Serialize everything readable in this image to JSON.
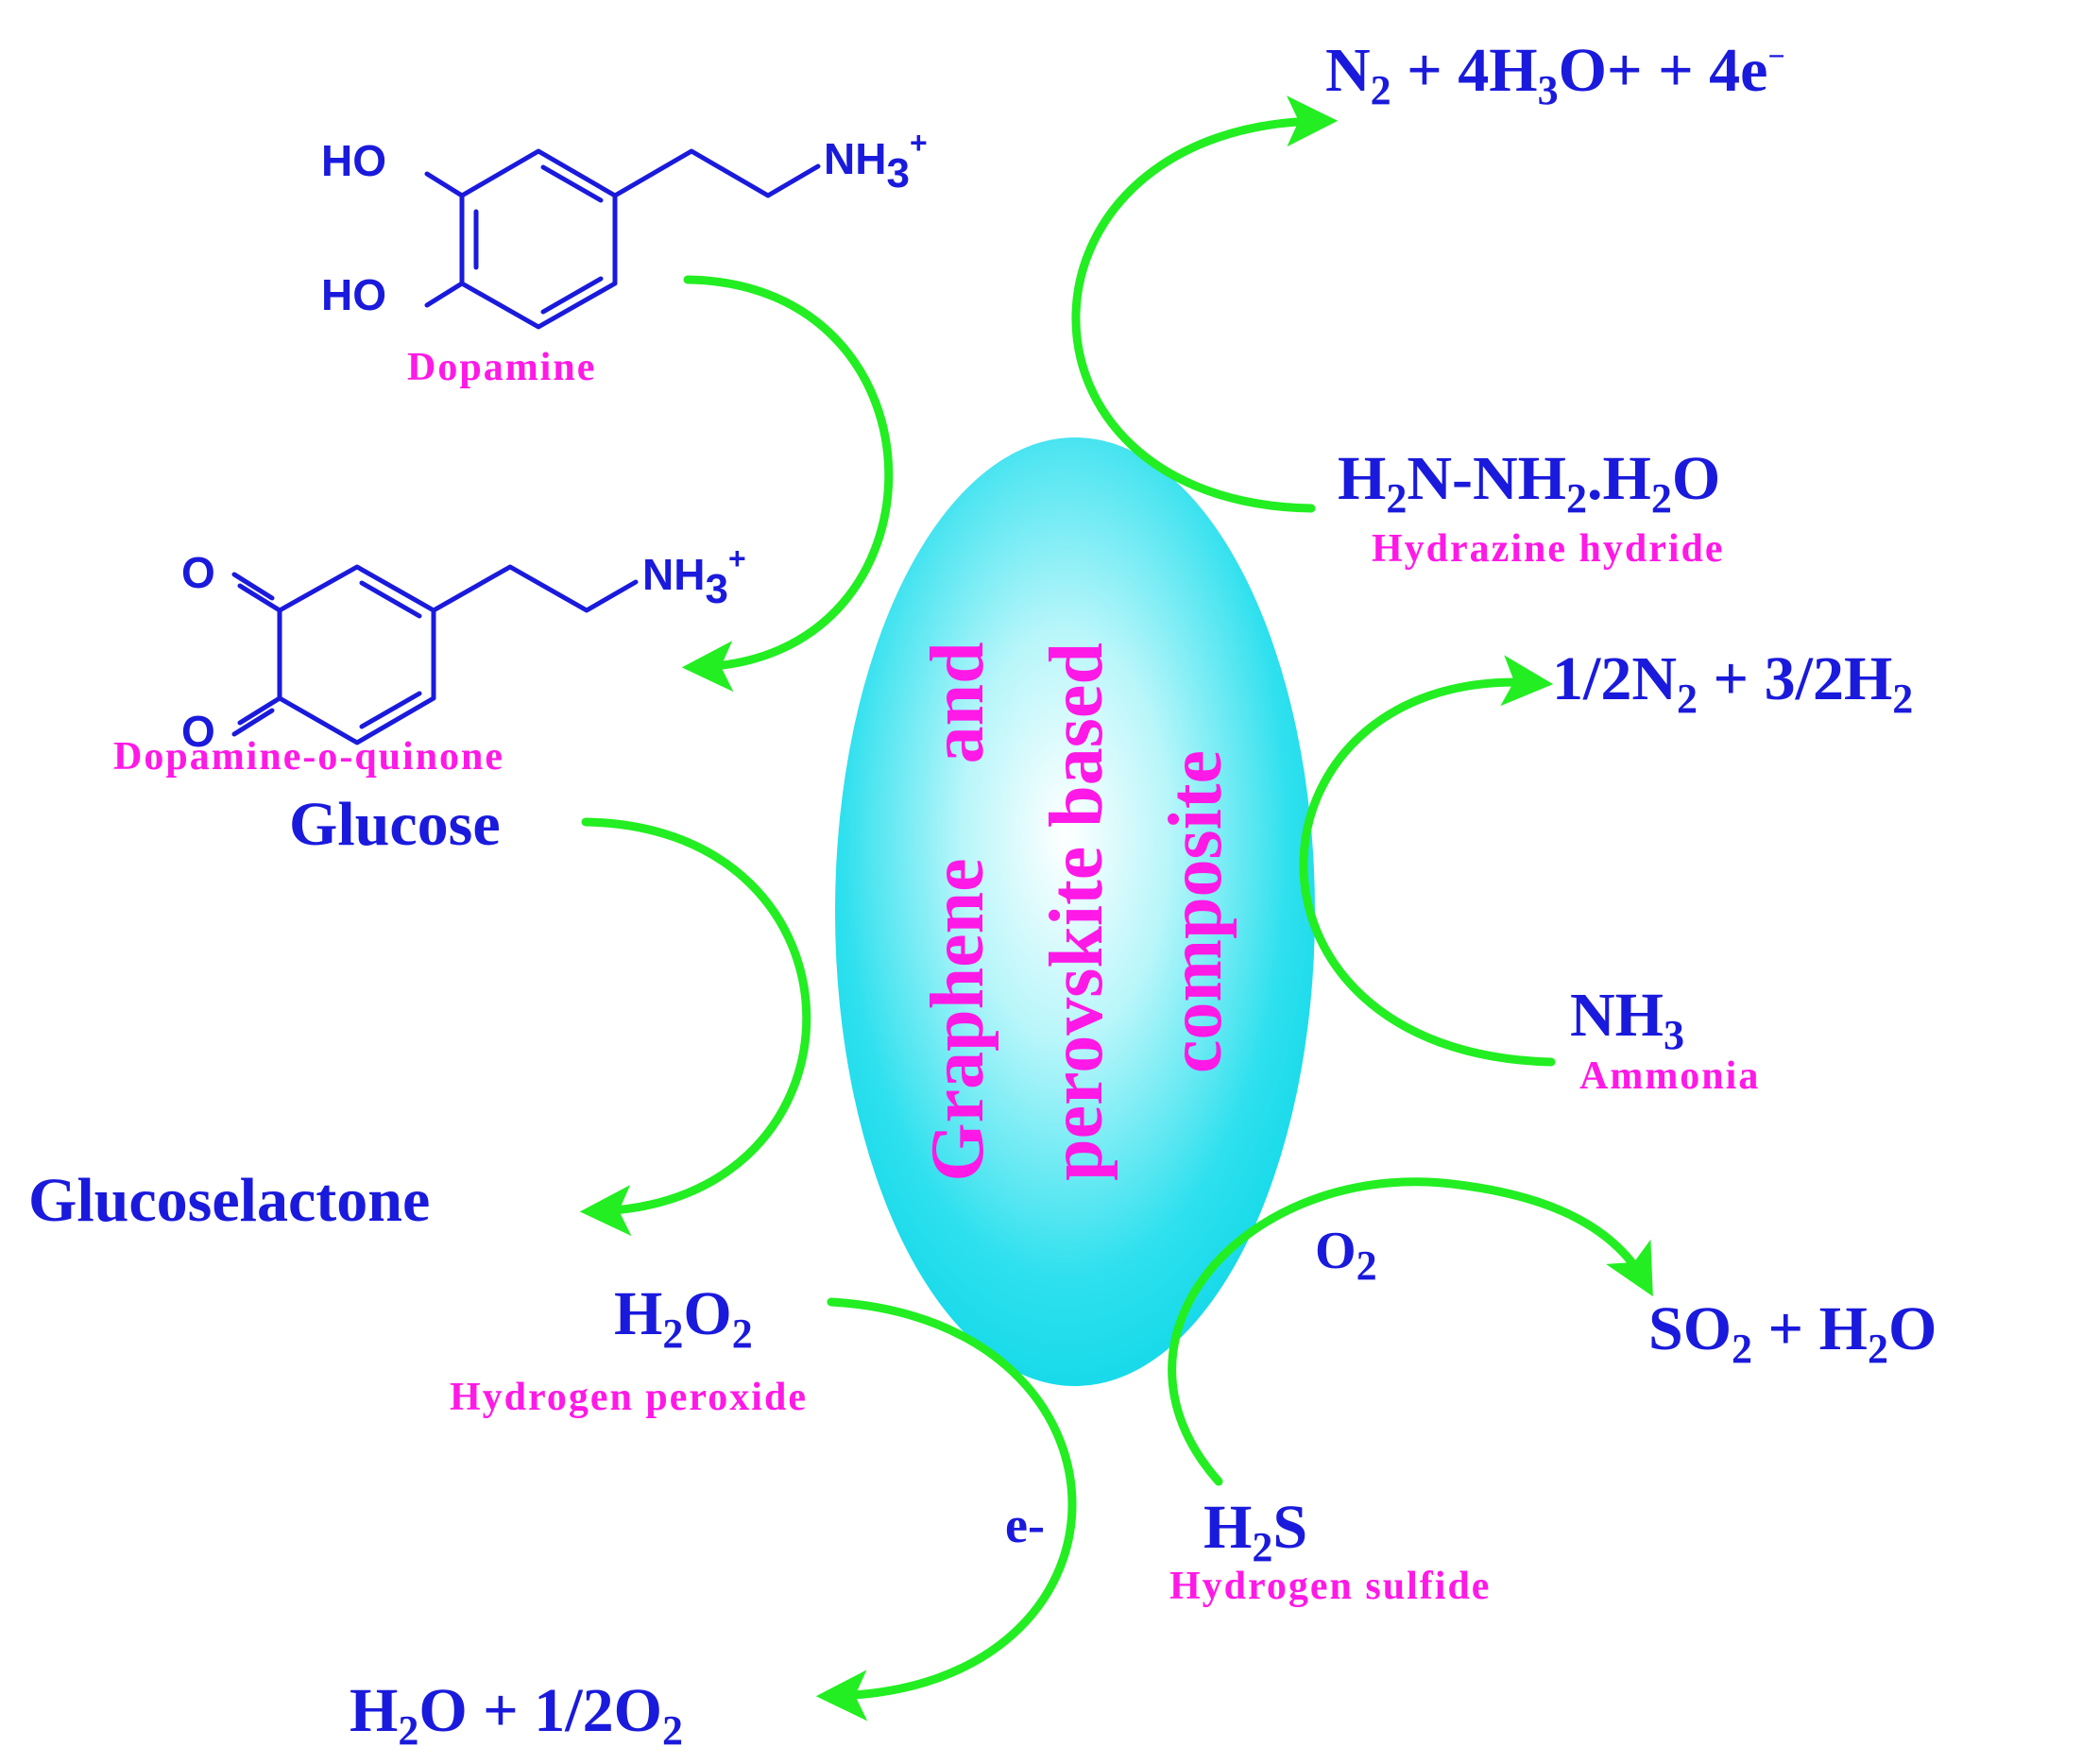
{
  "center": {
    "lines": [
      "Graphene     and",
      "perovskite based",
      "composite"
    ]
  },
  "colors": {
    "formula": "#1a1adc",
    "caption": "#ff19e6",
    "arrow": "#22ee22",
    "ellipse": "#10e4f0"
  },
  "dopamine": {
    "ho_top": "HO",
    "ho_bottom": "HO",
    "amine": "NH",
    "amine_sub": "3",
    "amine_charge": "+",
    "caption": "Dopamine"
  },
  "quinone": {
    "o_top": "O",
    "o_bottom": "O",
    "amine": "NH",
    "amine_sub": "3",
    "amine_charge": "+",
    "caption": "Dopamine-o-quinone"
  },
  "glucose": {
    "reactant": "Glucose",
    "product": "Glucoselactone"
  },
  "peroxide": {
    "formula": [
      "H",
      "2",
      "O",
      "2"
    ],
    "caption": "Hydrogen peroxide",
    "electron": "e-",
    "product": [
      "H",
      "2",
      "O + 1/2O",
      "2"
    ]
  },
  "sulfide": {
    "formula": [
      "H",
      "2",
      "S"
    ],
    "caption": "Hydrogen sulfide",
    "oxidant": [
      "O",
      "2"
    ],
    "product": [
      "SO",
      "2",
      " + H",
      "2",
      "O"
    ]
  },
  "ammonia": {
    "formula": [
      "NH",
      "3"
    ],
    "caption": "Ammonia",
    "product": [
      "1/2N",
      "2",
      " + 3/2H",
      "2"
    ]
  },
  "hydrazine": {
    "formula": [
      "H",
      "2",
      "N-NH",
      "2",
      ".H",
      "2",
      "O"
    ],
    "caption": "Hydrazine hydride",
    "product": [
      "N",
      "2",
      " + 4H",
      "3",
      "O+ + 4e",
      "−"
    ]
  }
}
